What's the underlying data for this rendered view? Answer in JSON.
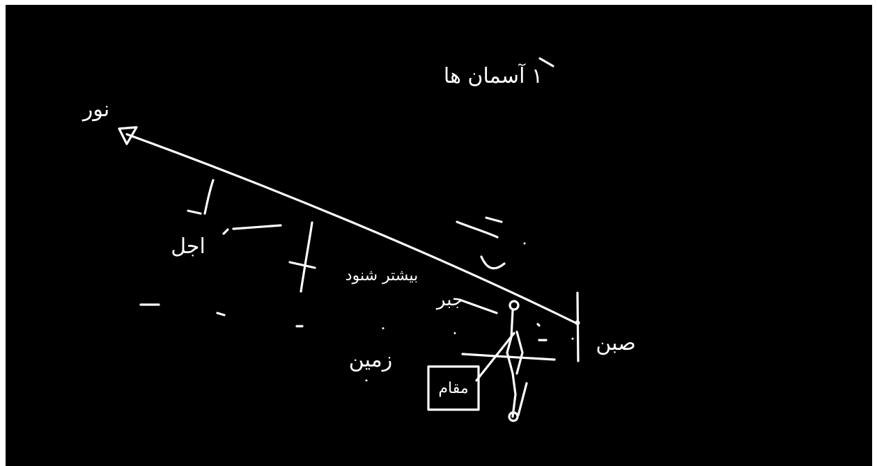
{
  "colors": {
    "background": "#000000",
    "ink": "#ffffff",
    "frame": "#ffffff"
  },
  "labels": {
    "top_title": "۱ آسمان ها",
    "light": "نور",
    "ajal": "اجل",
    "bishtar_shonoud": "بیشتر شنود",
    "jabr": "جبر",
    "zamin": "زمین",
    "sebn": "صبن",
    "maqam": "مقام"
  }
}
